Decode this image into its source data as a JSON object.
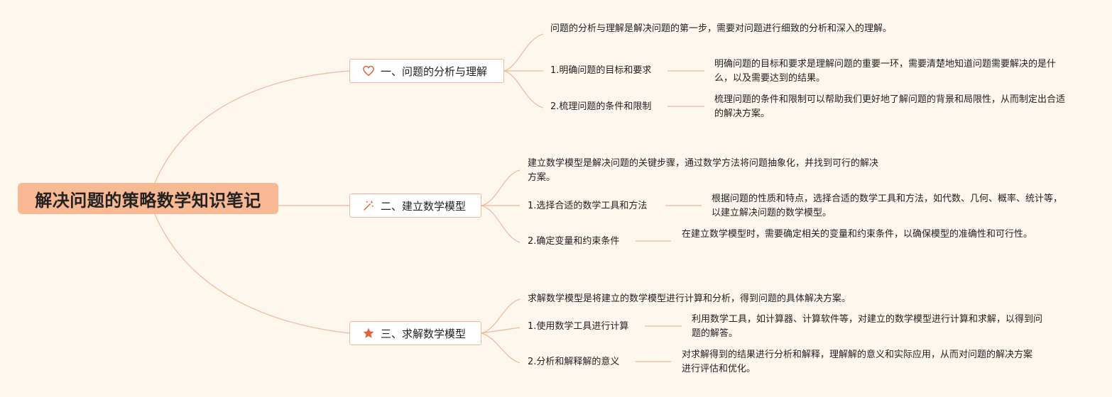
{
  "root": {
    "title": "解决问题的策略数学知识笔记"
  },
  "branches": [
    {
      "title": "一、问题的分析与理解",
      "icon": "heart-icon",
      "summary": "问题的分析与理解是解决问题的第一步，需要对问题进行细致的分析和深入的理解。",
      "items": [
        {
          "label": "1.明确问题的目标和要求",
          "detail": "明确问题的目标和要求是理解问题的重要一环，需要清楚地知道问题需要解决的是什么，以及需要达到的结果。"
        },
        {
          "label": "2.梳理问题的条件和限制",
          "detail": "梳理问题的条件和限制可以帮助我们更好地了解问题的背景和局限性，从而制定出合适的解决方案。"
        }
      ]
    },
    {
      "title": "二、建立数学模型",
      "icon": "magic-wand-icon",
      "summary": "建立数学模型是解决问题的关键步骤，通过数学方法将问题抽象化，并找到可行的解决方案。",
      "items": [
        {
          "label": "1.选择合适的数学工具和方法",
          "detail": "根据问题的性质和特点，选择合适的数学工具和方法，如代数、几何、概率、统计等，以建立解决问题的数学模型。"
        },
        {
          "label": "2.确定变量和约束条件",
          "detail": "在建立数学模型时，需要确定相关的变量和约束条件，以确保模型的准确性和可行性。"
        }
      ]
    },
    {
      "title": "三、求解数学模型",
      "icon": "star-icon",
      "summary": "求解数学模型是将建立的数学模型进行计算和分析，得到问题的具体解决方案。",
      "items": [
        {
          "label": "1.使用数学工具进行计算",
          "detail": "利用数学工具，如计算器、计算软件等，对建立的数学模型进行计算和求解，以得到问题的解答。"
        },
        {
          "label": "2.分析和解释解的意义",
          "detail": "对求解得到的结果进行分析和解释，理解解的意义和实际应用，从而对问题的解决方案进行评估和优化。"
        }
      ]
    }
  ],
  "colors": {
    "background": "#fdf7ee",
    "root_fill": "#f8b893",
    "connector": "#f2b79b",
    "icon_accent": "#e0653a"
  }
}
